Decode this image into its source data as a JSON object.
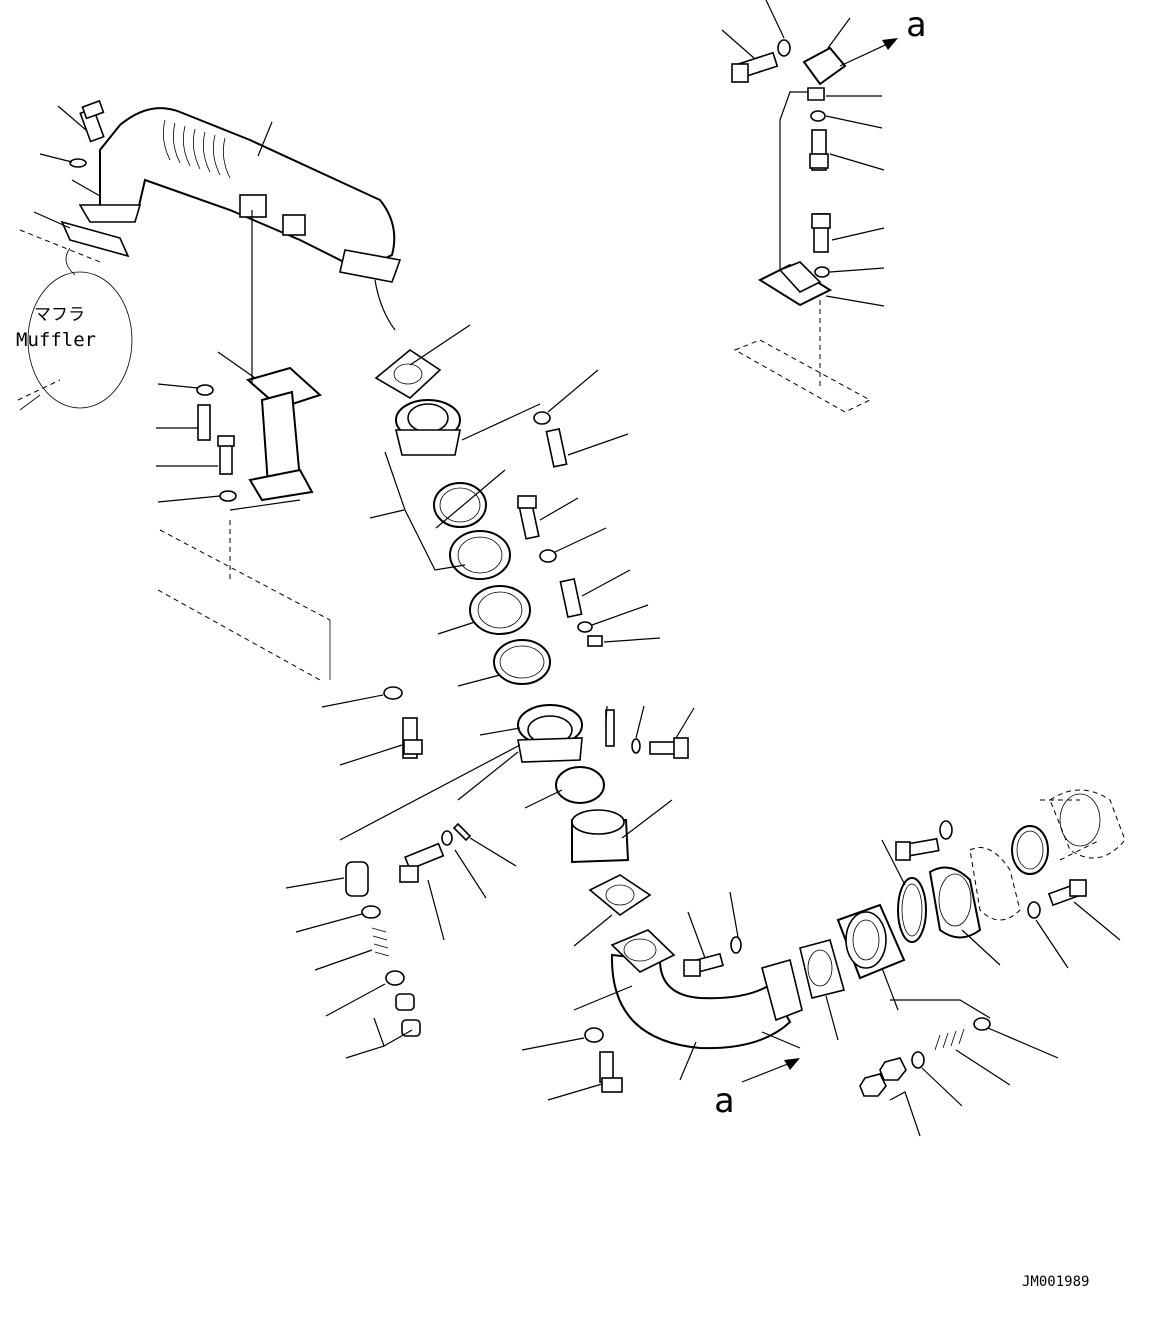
{
  "labels": {
    "muffler_jp": "マフラ",
    "muffler_en": "Muffler",
    "view_a_top": "a",
    "view_a_bottom": "a",
    "drawing_code": "JM001989"
  }
}
